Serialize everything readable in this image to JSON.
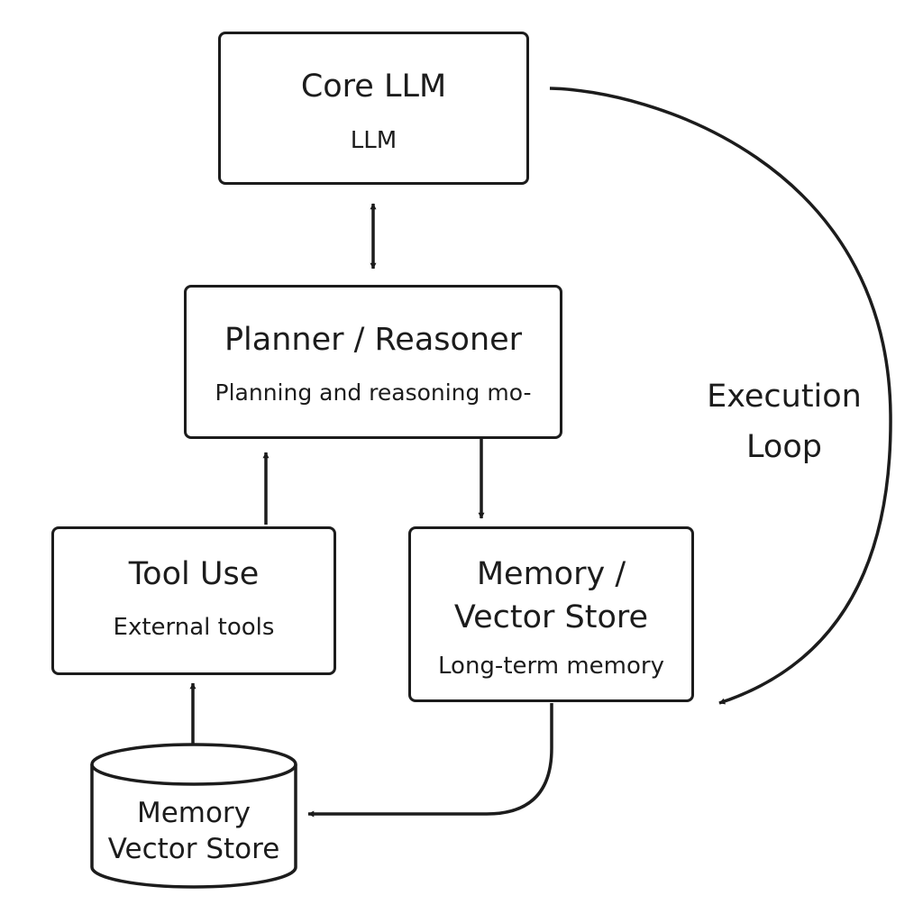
{
  "nodes": {
    "core_llm": {
      "title": "Core LLM",
      "subtitle": "LLM"
    },
    "planner": {
      "title": "Planner / Reasoner",
      "subtitle": "Planning and reasoning mo-"
    },
    "tool_use": {
      "title": "Tool Use",
      "subtitle": "External tools"
    },
    "memory": {
      "title_line1": "Memory /",
      "title_line2": "Vector Store",
      "subtitle": "Long-term memory"
    },
    "memory_db": {
      "line1": "Memory",
      "line2": "Vector Store"
    }
  },
  "loop_label": {
    "line1": "Execution",
    "line2": "Loop"
  },
  "colors": {
    "stroke": "#1c1c1c",
    "background": "#ffffff"
  }
}
